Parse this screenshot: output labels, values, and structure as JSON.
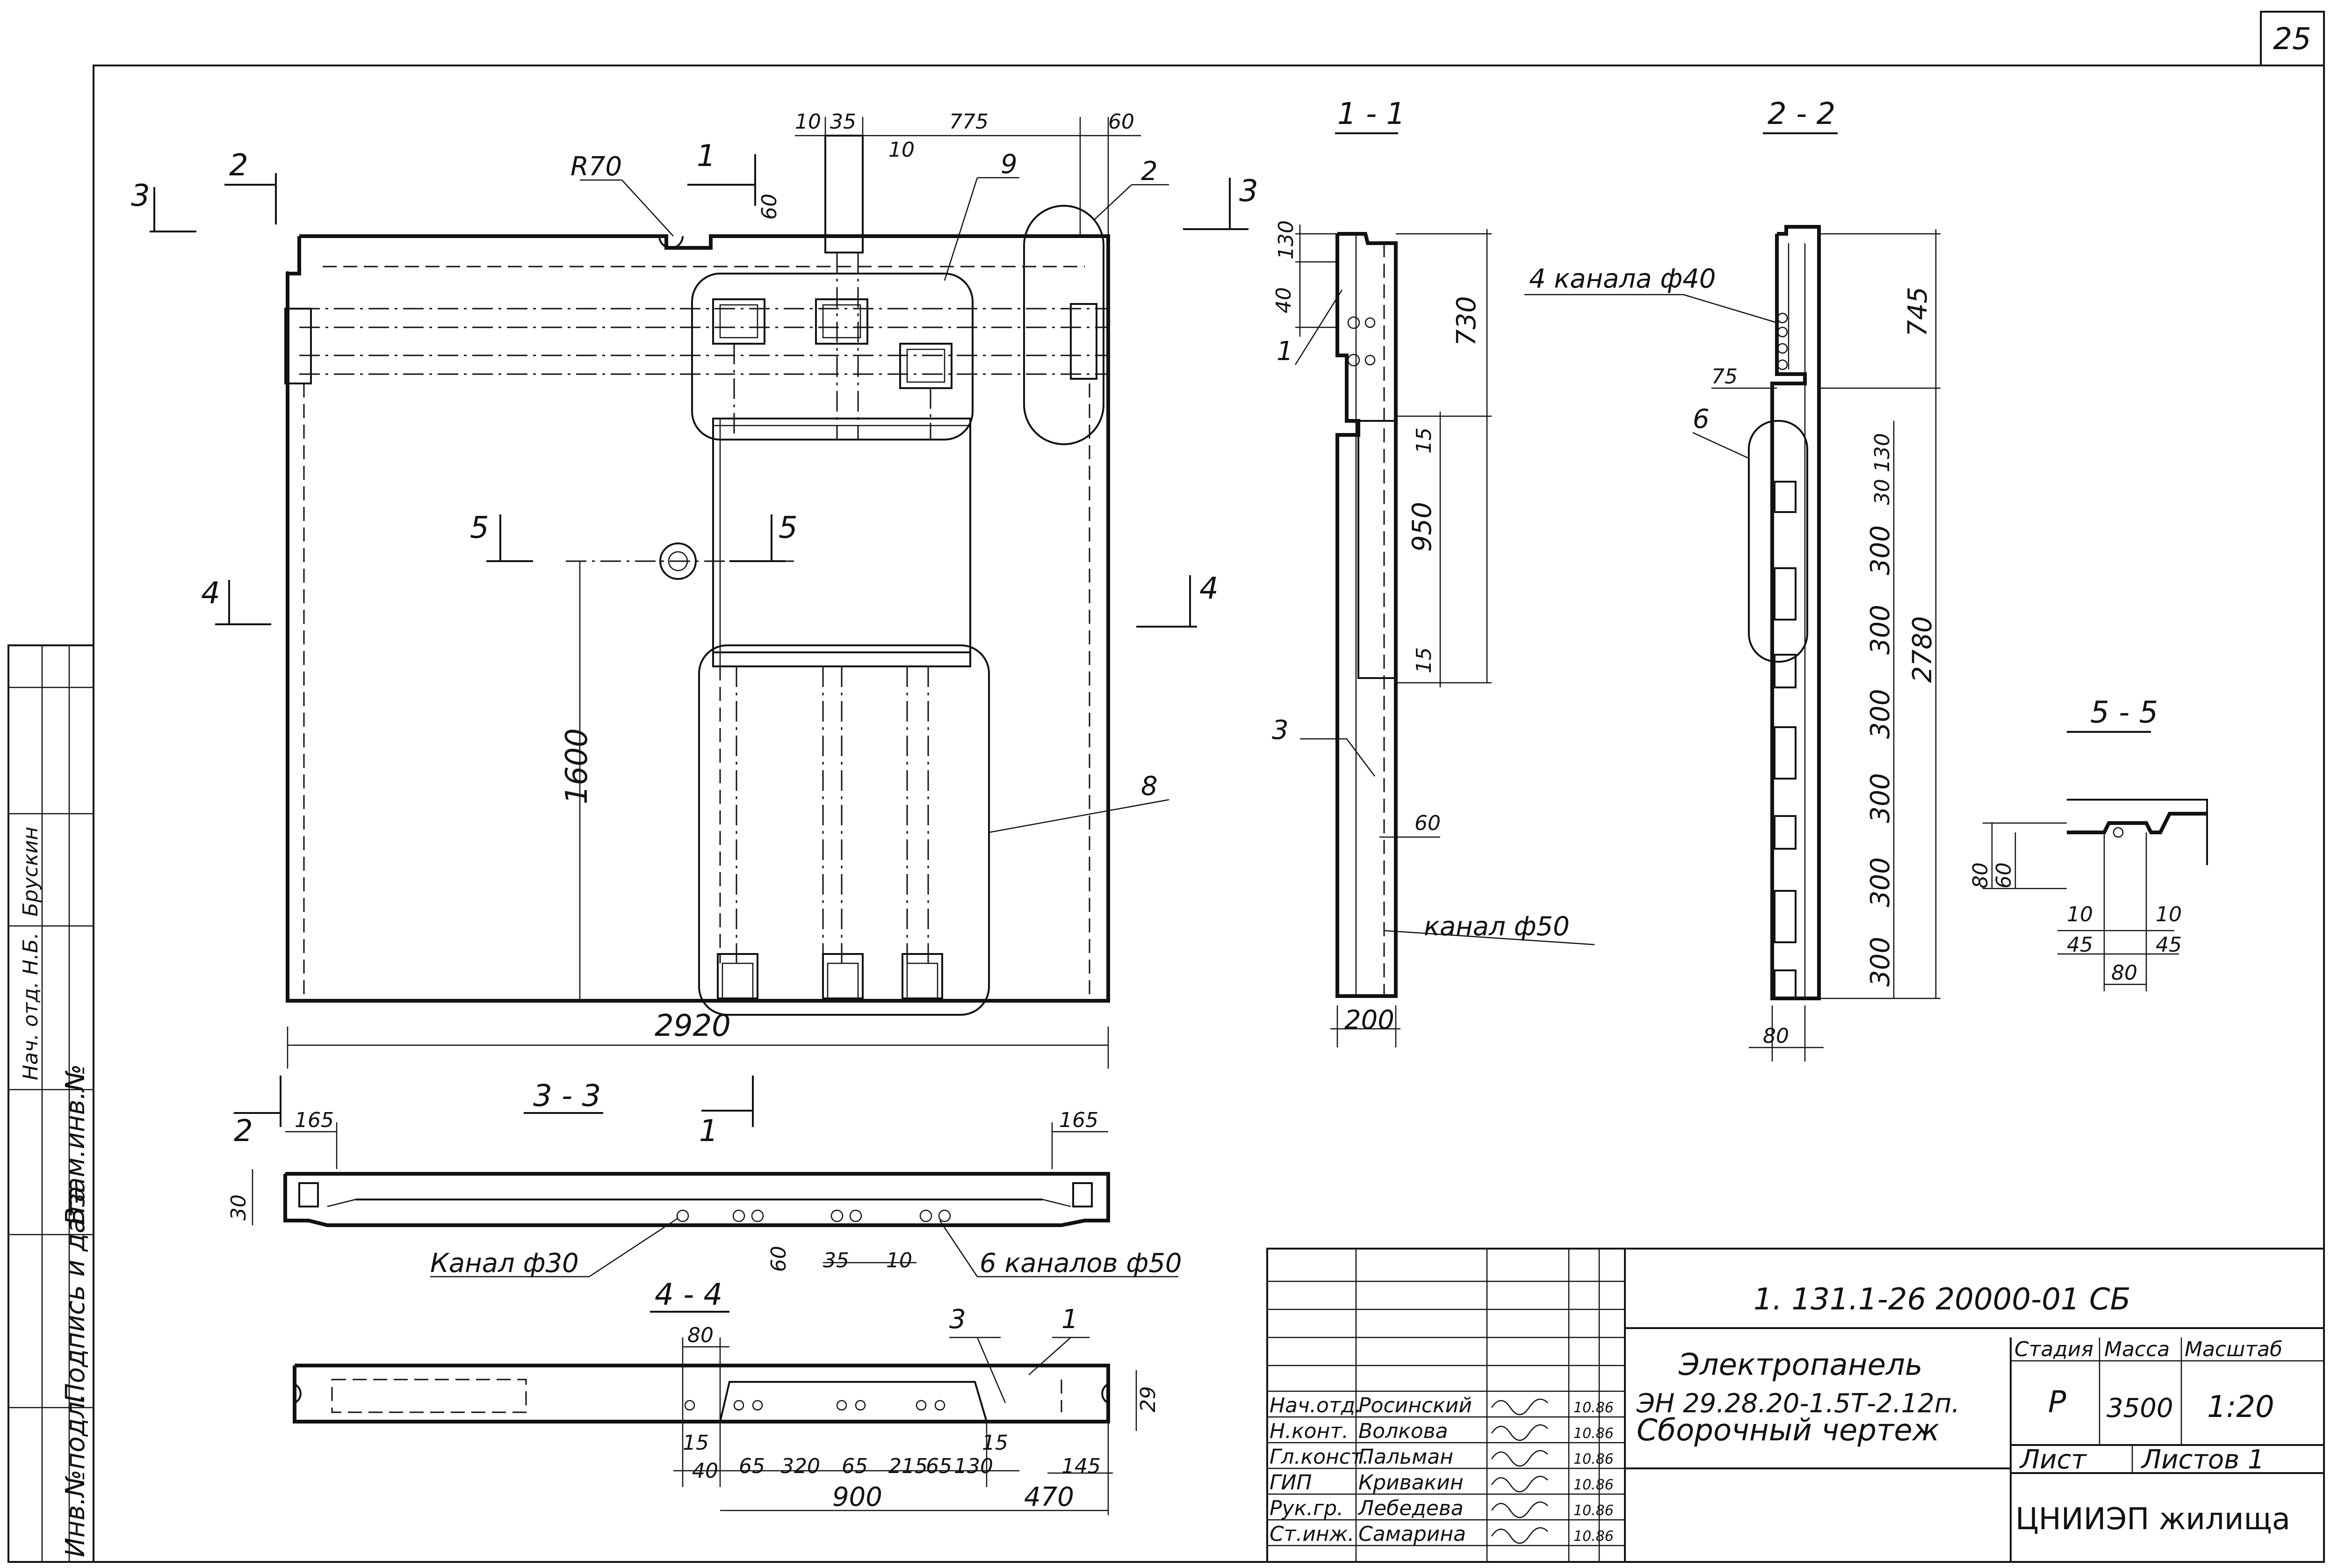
{
  "sheet_number": "25",
  "side_stamp": {
    "col1": [
      "Инв.№подл.",
      "Подпись и дата",
      "Взам.инв.№"
    ],
    "col2": [
      "Нач. отд. Н.Б.",
      "Брускин"
    ]
  },
  "front_view": {
    "top_dims": [
      "10",
      "35",
      "775",
      "60",
      "10"
    ],
    "dim_60": "60",
    "r70": "R70",
    "callouts": [
      "1",
      "2",
      "3",
      "8",
      "9"
    ],
    "dim_1600": "1600",
    "dim_2920": "2920"
  },
  "section_marks": {
    "s1": "1",
    "s2": "2",
    "s3": "3",
    "s4": "4",
    "s5": "5"
  },
  "section_1_1": {
    "title": "1 - 1",
    "dims": [
      "130",
      "40",
      "730",
      "15",
      "950",
      "15",
      "60",
      "200"
    ],
    "callouts": [
      "1",
      "3"
    ],
    "channel": "канал ф50"
  },
  "section_2_2": {
    "title": "2 - 2",
    "channels": "4 канала ф40",
    "dims": [
      "745",
      "75",
      "130",
      "30",
      "300",
      "300",
      "300",
      "300",
      "300",
      "300",
      "2780",
      "80"
    ],
    "callout": "6"
  },
  "section_3_3": {
    "title": "3 - 3",
    "dims": [
      "165",
      "165",
      "30",
      "60",
      "35",
      "10"
    ],
    "channel_30": "Канал ф30",
    "channels_50": "6 каналов ф50"
  },
  "section_4_4": {
    "title": "4 - 4",
    "dims": [
      "80",
      "15",
      "40",
      "65",
      "320",
      "65",
      "215",
      "65",
      "130",
      "15",
      "145",
      "900",
      "470",
      "29"
    ],
    "callouts": [
      "3",
      "1"
    ]
  },
  "section_5_5": {
    "title": "5 - 5",
    "dims": [
      "80",
      "60",
      "10",
      "45",
      "10",
      "45",
      "80"
    ]
  },
  "title_block": {
    "doc_code": "1. 131.1-26  20000-01 СБ",
    "name_line1": "Электропанель",
    "name_line2": "ЭН 29.28.20-1.5Т-2.12п.",
    "name_line3": "Сборочный чертеж",
    "headers": {
      "stage": "Стадия",
      "mass": "Масса",
      "scale": "Масштаб"
    },
    "values": {
      "stage": "Р",
      "mass": "3500",
      "scale": "1:20"
    },
    "sheet_label": "Лист",
    "sheets_label": "Листов 1",
    "org": "ЦНИИЭП жилища",
    "staff": [
      {
        "role": "Нач.отд.",
        "name": "Росинский",
        "date": "10.86"
      },
      {
        "role": "Н.конт.",
        "name": "Волкова",
        "date": "10.86"
      },
      {
        "role": "Гл.конст.",
        "name": "Пальман",
        "date": "10.86"
      },
      {
        "role": "ГИП",
        "name": "Кривакин",
        "date": "10.86"
      },
      {
        "role": "Рук.гр.",
        "name": "Лебедева",
        "date": "10.86"
      },
      {
        "role": "Ст.инж.",
        "name": "Самарина",
        "date": "10.86"
      }
    ]
  }
}
